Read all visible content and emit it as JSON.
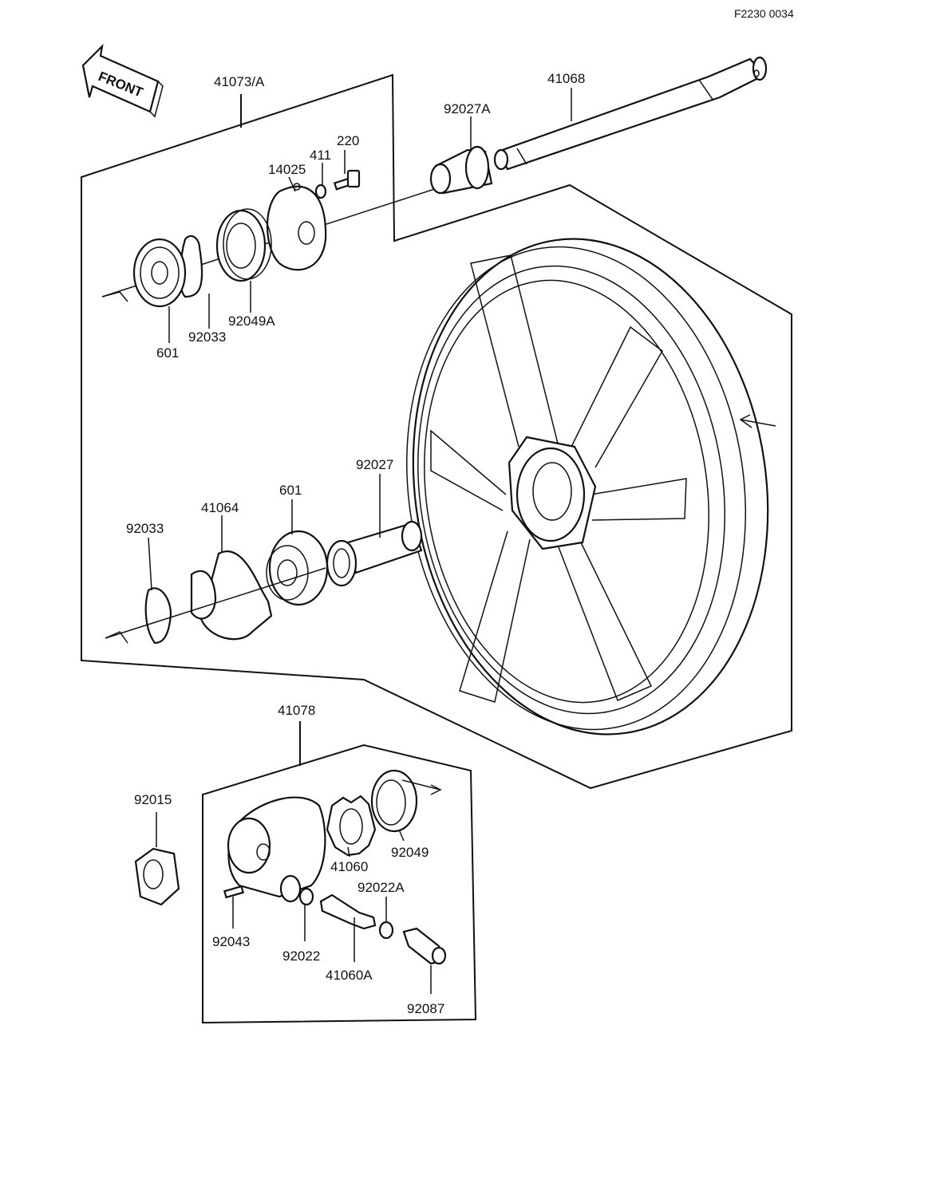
{
  "drawing_code": "F2230 0034",
  "front_label": "FRONT",
  "parts": {
    "p41073A": "41073/A",
    "p41068": "41068",
    "p92027A": "92027A",
    "p220": "220",
    "p411": "411",
    "p14025": "14025",
    "p92049A": "92049A",
    "p92033_top": "92033",
    "p601_top": "601",
    "p92027": "92027",
    "p601_mid": "601",
    "p41064": "41064",
    "p92033_mid": "92033",
    "p41078": "41078",
    "p92015": "92015",
    "p41060": "41060",
    "p92049": "92049",
    "p92022A": "92022A",
    "p92043": "92043",
    "p92022": "92022",
    "p41060A": "41060A",
    "p92087": "92087"
  }
}
